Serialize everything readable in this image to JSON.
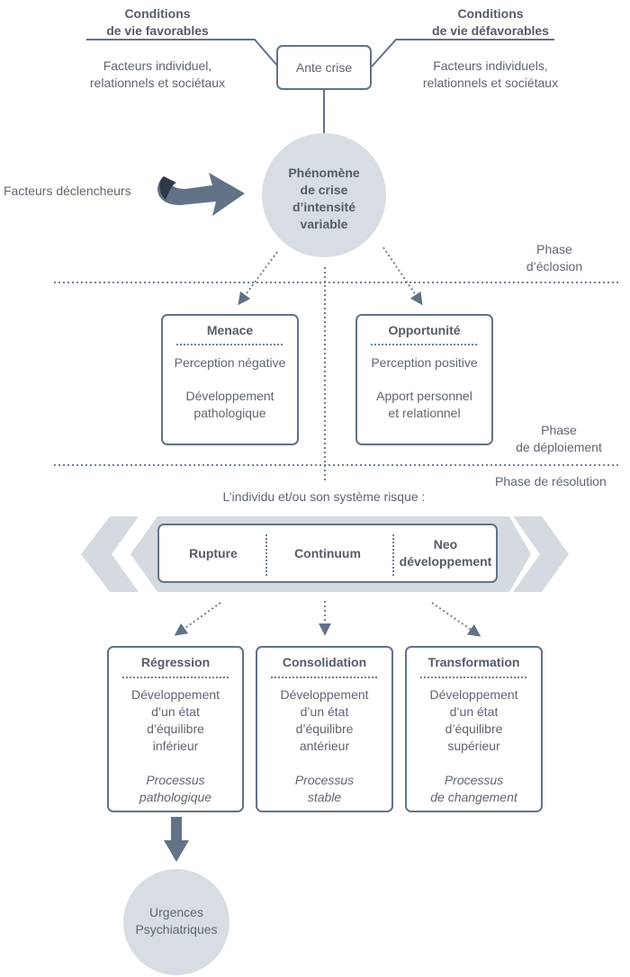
{
  "top": {
    "left_title": [
      "Conditions",
      "de vie favorables"
    ],
    "left_sub": [
      "Facteurs individuel,",
      "relationnels et sociétaux"
    ],
    "right_title": [
      "Conditions",
      "de vie défavorables"
    ],
    "right_sub": [
      "Facteurs individuels,",
      "relationnels et sociétaux"
    ],
    "ante_crise": "Ante crise"
  },
  "trigger": {
    "label": "Facteurs déclencheurs"
  },
  "crisis": {
    "lines": [
      "Phénomène",
      "de crise",
      "d’intensité",
      "variable"
    ]
  },
  "phases": {
    "eclosion": [
      "Phase",
      "d’éclosion"
    ],
    "deploiement": [
      "Phase",
      "de déploiement"
    ],
    "resolution": "Phase de résolution"
  },
  "menace": {
    "title": "Menace",
    "line1": "Perception négative",
    "line2": [
      "Développement",
      "pathologique"
    ]
  },
  "opportunite": {
    "title": "Opportunité",
    "line1": "Perception positive",
    "line2": [
      "Apport personnel",
      "et relationnel"
    ]
  },
  "risk_label": "L’individu et/ou son système risque :",
  "continuum": {
    "left": "Rupture",
    "center": "Continuum",
    "right": [
      "Neo",
      "développement"
    ]
  },
  "outcomes": [
    {
      "title": "Régression",
      "desc": [
        "Développement",
        "d’un état",
        "d’équilibre",
        "inférieur"
      ],
      "process": [
        "Processus",
        "pathologique"
      ]
    },
    {
      "title": "Consolidation",
      "desc": [
        "Développement",
        "d’un état",
        "d’équilibre",
        "antérieur"
      ],
      "process": [
        "Processus",
        "stable"
      ]
    },
    {
      "title": "Transformation",
      "desc": [
        "Développement",
        "d’un état",
        "d’équilibre",
        "supérieur"
      ],
      "process": [
        "Processus",
        "de changement"
      ]
    }
  ],
  "urgences": [
    "Urgences",
    "Psychiatriques"
  ],
  "colors": {
    "line": "#627287",
    "text": "#5f6570",
    "circle": "#d8dde3",
    "chevron": "#d5dae0",
    "dotted": "#6f8196"
  }
}
